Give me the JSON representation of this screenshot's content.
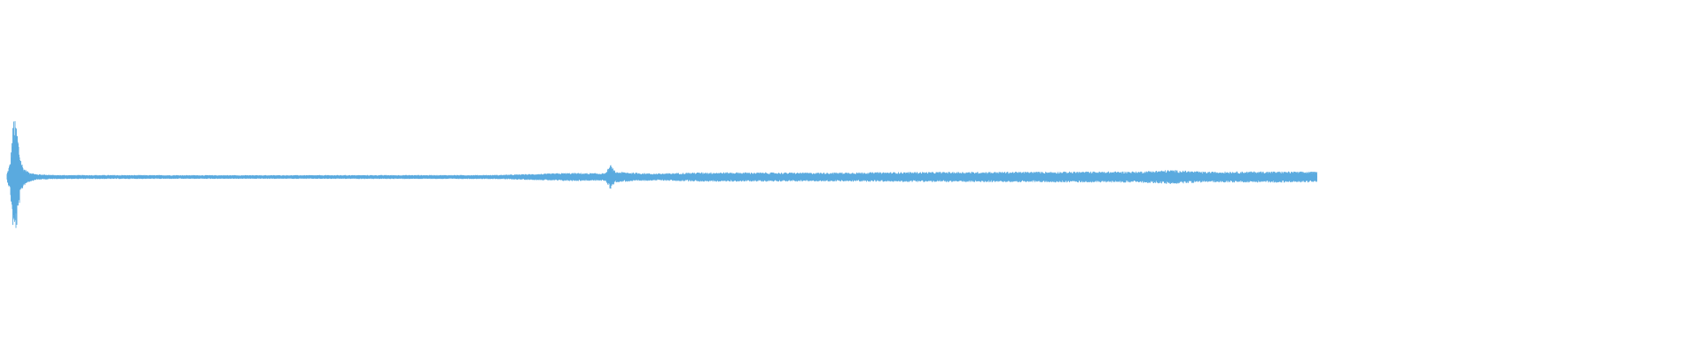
{
  "waveform": {
    "color": "#5aaadf",
    "background": "#ffffff",
    "duration_fraction_drawn": 0.81,
    "envelope": [
      {
        "t": 0.0,
        "a": 0.05
      },
      {
        "t": 0.002,
        "a": 0.25
      },
      {
        "t": 0.004,
        "a": 1.0
      },
      {
        "t": 0.006,
        "a": 0.85
      },
      {
        "t": 0.008,
        "a": 0.35
      },
      {
        "t": 0.01,
        "a": 0.15
      },
      {
        "t": 0.013,
        "a": 0.08
      },
      {
        "t": 0.018,
        "a": 0.04
      },
      {
        "t": 0.03,
        "a": 0.025
      },
      {
        "t": 0.15,
        "a": 0.022
      },
      {
        "t": 0.3,
        "a": 0.025
      },
      {
        "t": 0.33,
        "a": 0.045
      },
      {
        "t": 0.345,
        "a": 0.06
      },
      {
        "t": 0.37,
        "a": 0.055
      },
      {
        "t": 0.373,
        "a": 0.2
      },
      {
        "t": 0.376,
        "a": 0.08
      },
      {
        "t": 0.4,
        "a": 0.05
      },
      {
        "t": 0.43,
        "a": 0.07
      },
      {
        "t": 0.5,
        "a": 0.065
      },
      {
        "t": 0.56,
        "a": 0.075
      },
      {
        "t": 0.64,
        "a": 0.08
      },
      {
        "t": 0.7,
        "a": 0.085
      },
      {
        "t": 0.72,
        "a": 0.11
      },
      {
        "t": 0.74,
        "a": 0.08
      },
      {
        "t": 0.78,
        "a": 0.085
      },
      {
        "t": 0.81,
        "a": 0.08
      }
    ]
  }
}
